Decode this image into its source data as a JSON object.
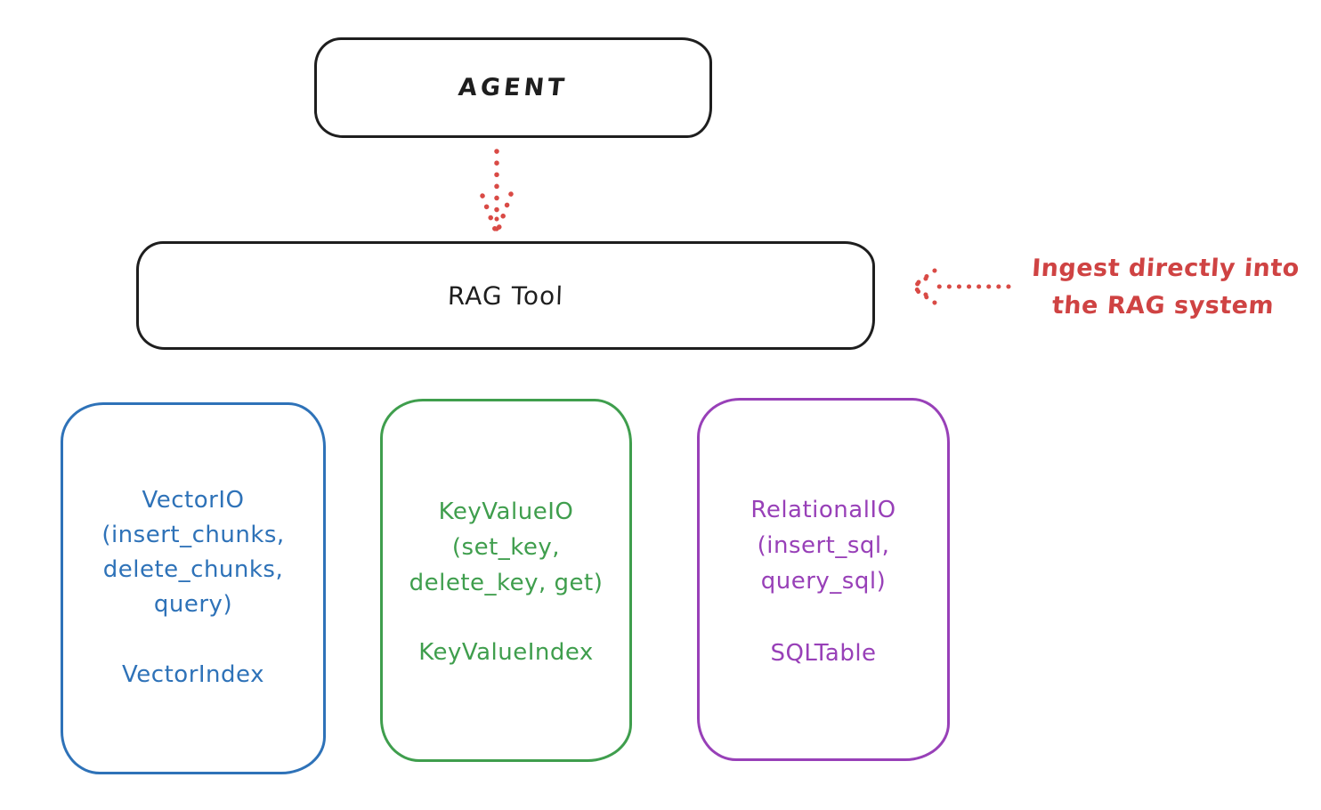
{
  "diagram": {
    "agent": {
      "label": "AGENT"
    },
    "rag_tool": {
      "label": "RAG Tool"
    },
    "annotation": {
      "line1": "Ingest directly into",
      "line2": "the RAG system"
    },
    "stores": [
      {
        "name": "VectorIO",
        "lines": [
          "VectorIO",
          "(insert_chunks,",
          "delete_chunks,",
          "query)"
        ],
        "index": "VectorIndex",
        "color": "#2e72b8"
      },
      {
        "name": "KeyValueIO",
        "lines": [
          "KeyValueIO",
          "(set_key,",
          "delete_key, get)"
        ],
        "index": "KeyValueIndex",
        "color": "#3f9e4d"
      },
      {
        "name": "RelationalIO",
        "lines": [
          "RelationalIO",
          "(insert_sql,",
          "query_sql)"
        ],
        "index": "SQLTable",
        "color": "#9840b8"
      }
    ],
    "colors": {
      "stroke": "#1e1e1e",
      "arrow_red": "#d94a45",
      "annotation_red": "#cf4343",
      "background": "#ffffff"
    }
  }
}
